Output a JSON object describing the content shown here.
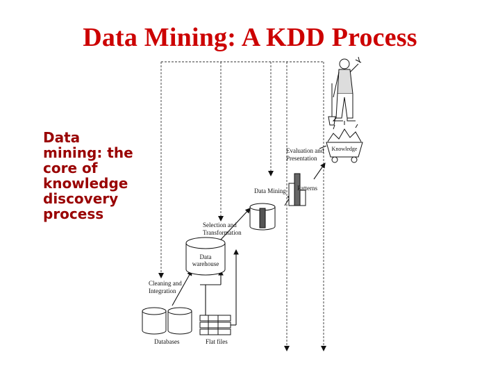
{
  "title": "Data Mining: A KDD Process",
  "side_text": {
    "lines": [
      "Data",
      "mining: the",
      "core of",
      "knowledge",
      "discovery",
      "process"
    ]
  },
  "diagram": {
    "stages": {
      "cleaning": [
        "Cleaning and",
        "Integration"
      ],
      "selection": [
        "Selection and",
        "Transformation"
      ],
      "mining": "Data Mining",
      "evaluation": [
        "Evaluation and",
        "Presentation"
      ]
    },
    "nodes": {
      "databases": "Databases",
      "flat_files": "Flat files",
      "warehouse": [
        "Data",
        "warehouse"
      ],
      "patterns": "Patterns",
      "knowledge": "Knowledge"
    }
  }
}
